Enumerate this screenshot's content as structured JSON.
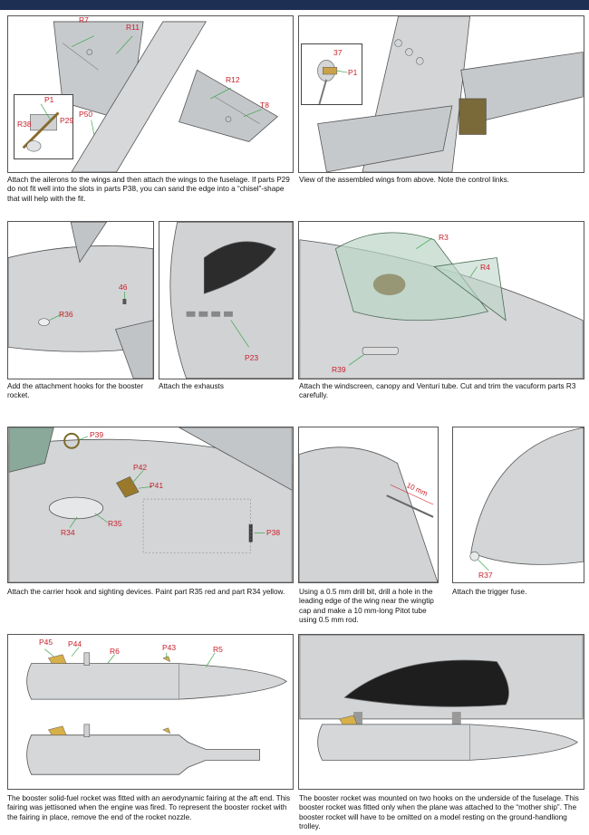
{
  "colors": {
    "header_bar": "#1d2f53",
    "callout_text": "#c8202a",
    "leader_line": "#3aa64a",
    "model_grey": "#c9cccf"
  },
  "steps": [
    {
      "caption": "Attach the ailerons to the wings and then attach the wings to the fuselage. If parts P29 do not fit well into the slots in parts P38, you can sand the edge into a “chisel”-shape that will help with the fit.",
      "labels": [
        "R7",
        "R11",
        "R12",
        "T8",
        "P50",
        "P1",
        "R38",
        "P29"
      ]
    },
    {
      "caption": "View of the assembled wings from above. Note the control links.",
      "labels": [
        "37",
        "P1"
      ]
    },
    {
      "caption": "Add the attachment hooks for the booster rocket.",
      "labels": [
        "R36",
        "46"
      ]
    },
    {
      "caption": "Attach the exhausts",
      "labels": [
        "P23"
      ]
    },
    {
      "caption": "Attach the windscreen, canopy and Venturi tube. Cut and trim the vacuform parts R3 carefully.",
      "labels": [
        "R3",
        "R4",
        "R39"
      ]
    },
    {
      "caption": "Attach the carrier hook and sighting devices. Paint part R35 red and part R34 yellow.",
      "labels": [
        "P39",
        "P42",
        "P41",
        "R35",
        "R34",
        "P38"
      ]
    },
    {
      "caption": "Using a 0.5 mm drill bit, drill a hole in the leading edge of the wing near the wingtip cap and make a 10 mm-long Pitot tube using 0.5 mm rod.",
      "labels": [
        "10 mm"
      ]
    },
    {
      "caption": "Attach the trigger fuse.",
      "labels": [
        "R37"
      ]
    },
    {
      "caption": "The booster solid-fuel rocket was fitted with an aerodynamic fairing at the aft end. This fairing was jettisoned when the engine was fired. To represent the booster rocket with the fairing in place, remove the end of the rocket nozzle.",
      "labels": [
        "P45",
        "P44",
        "R6",
        "P43",
        "R5"
      ]
    },
    {
      "caption": "The booster rocket was mounted on two hooks on the underside of the fuselage. This booster rocket was fitted only when the plane was attached to the “mother ship”. The booster rocket will have to be omitted on a model resting on the ground-handliong trolley.",
      "labels": []
    }
  ]
}
